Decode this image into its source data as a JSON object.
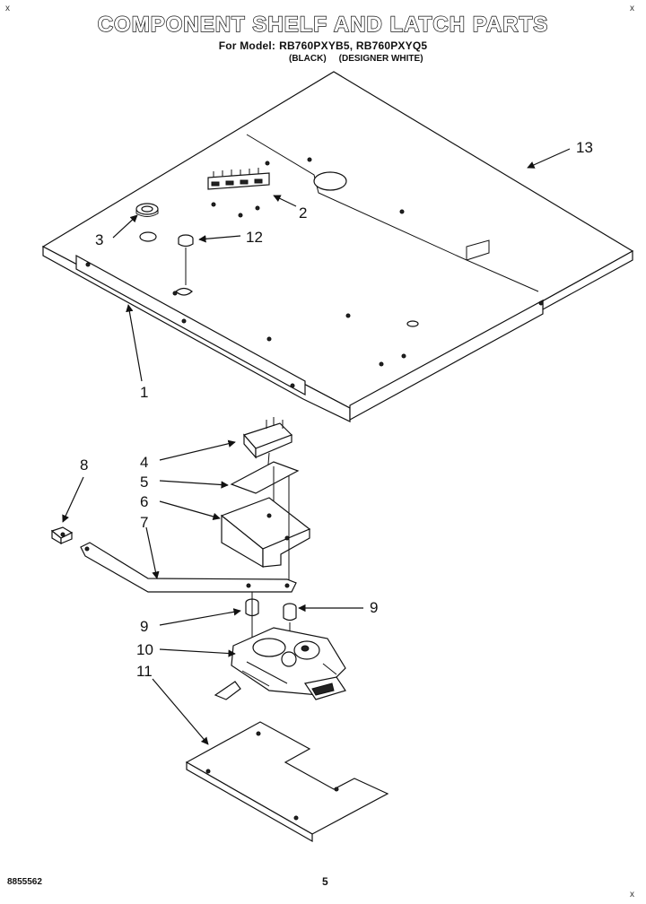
{
  "title": "COMPONENT SHELF AND LATCH PARTS",
  "model": {
    "label": "For Model:",
    "numbers": "RB760PXYB5, RB760PXYQ5"
  },
  "variants": [
    "(BLACK)",
    "(DESIGNER WHITE)"
  ],
  "corner_mark": "x",
  "doc_number": "8855562",
  "page_number": "5",
  "callouts": {
    "c1": "1",
    "c2": "2",
    "c3": "3",
    "c4": "4",
    "c5": "5",
    "c6": "6",
    "c7": "7",
    "c8": "8",
    "c9a": "9",
    "c9b": "9",
    "c10": "10",
    "c11": "11",
    "c12": "12",
    "c13": "13"
  }
}
